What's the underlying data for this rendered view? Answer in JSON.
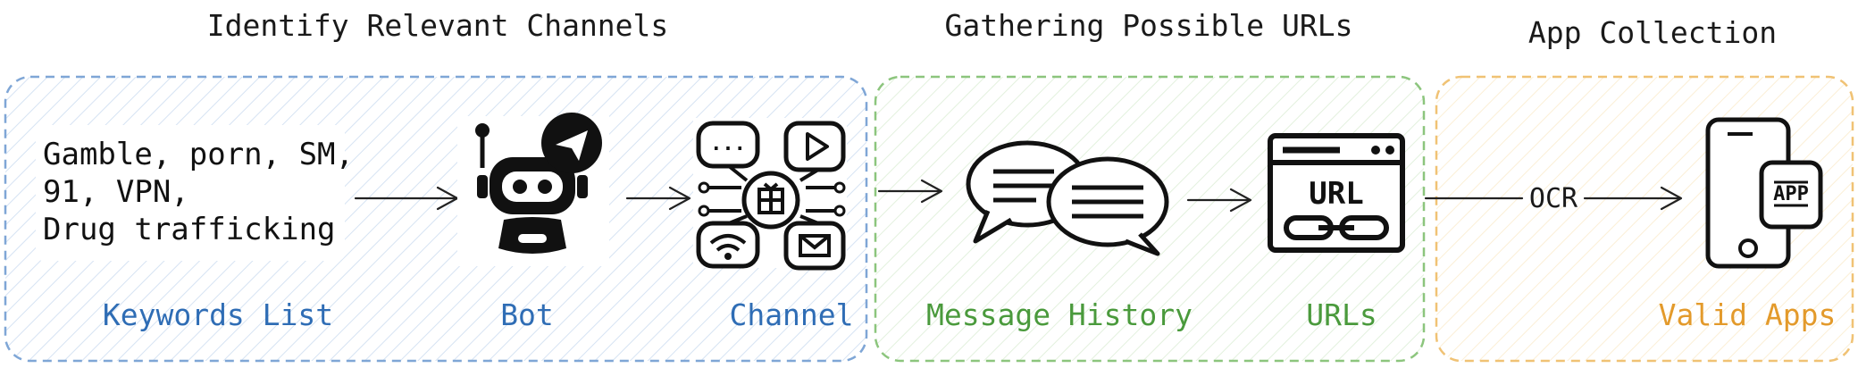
{
  "stages": {
    "identify": {
      "title": "Identify Relevant Channels"
    },
    "gather": {
      "title": "Gathering Possible URLs"
    },
    "collect": {
      "title": "App Collection"
    }
  },
  "keywords": {
    "lines": [
      "Gamble, porn, SM,",
      "91, VPN,",
      "Drug trafficking"
    ]
  },
  "captions": {
    "keywords_list": "Keywords List",
    "bot": "Bot",
    "channel": "Channel",
    "message_history": "Message History",
    "urls": "URLs",
    "valid_apps": "Valid Apps"
  },
  "icons": {
    "url_text": "URL",
    "app_text": "APP",
    "channel_dots": "..."
  },
  "edge_labels": {
    "ocr": "OCR"
  },
  "colors": {
    "blue": "#2f6db5",
    "green": "#4a9a3c",
    "orange": "#e39a2b",
    "blue_border": "#7fa6d6",
    "green_border": "#8cc57d",
    "orange_border": "#f0c274",
    "icon": "#111111"
  }
}
